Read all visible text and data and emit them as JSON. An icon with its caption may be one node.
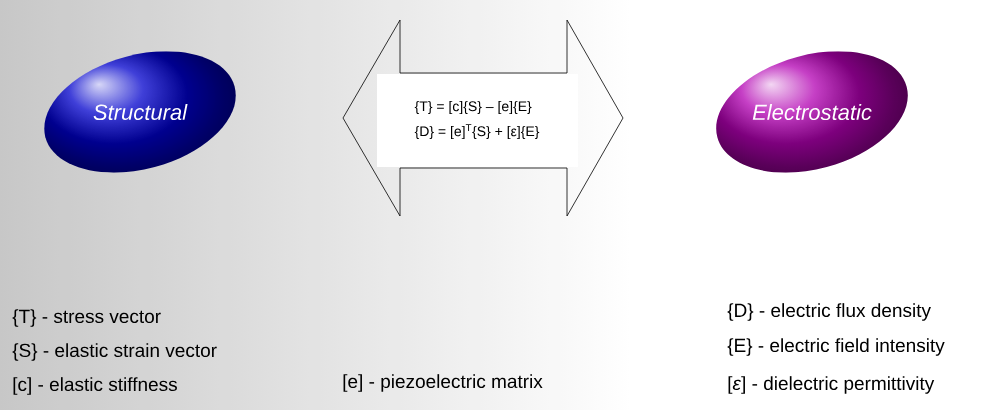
{
  "diagram": {
    "nodes": [
      {
        "text": [
          "Structural"
        ]
      },
      {
        "text": [
          "{T} = [c]{S} – [e]{E}",
          "{D} = [e]$^{T}${S} + [ε]{E}"
        ]
      },
      {
        "text": [
          "Electrostatic"
        ]
      }
    ],
    "labels": [
      "{T} - stress vector",
      "{S} - elastic strain vector",
      "[c]  - elastic stiffness",
      "[e] - piezoelectric matrix",
      "{D} - electric flux density",
      "{E} - electric field intensity",
      "[*ε*] - dielectric permittivity"
    ]
  }
}
